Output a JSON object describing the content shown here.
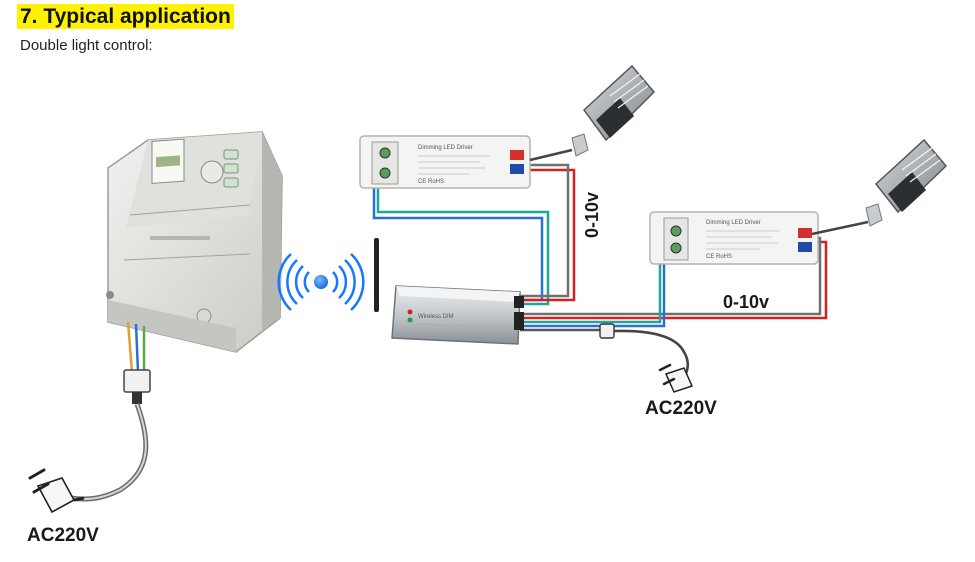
{
  "heading": "7. Typical application",
  "subtitle": "Double light control:",
  "labels": {
    "ac_left": "AC220V",
    "ac_right": "AC220V",
    "signal_upper": "0-10v",
    "signal_lower": "0-10v"
  },
  "icons": [
    "electric-meter-icon",
    "wireless-signal-icon",
    "led-driver-icon",
    "wireless-controller-icon",
    "street-light-icon",
    "power-plug-icon"
  ],
  "colors": {
    "highlight": "#fff200",
    "wire_red": "#d62020",
    "wire_teal": "#1aa89a",
    "wire_blue": "#2a6fd6",
    "wire_gray": "#707070",
    "signal_blue": "#1677ff"
  }
}
